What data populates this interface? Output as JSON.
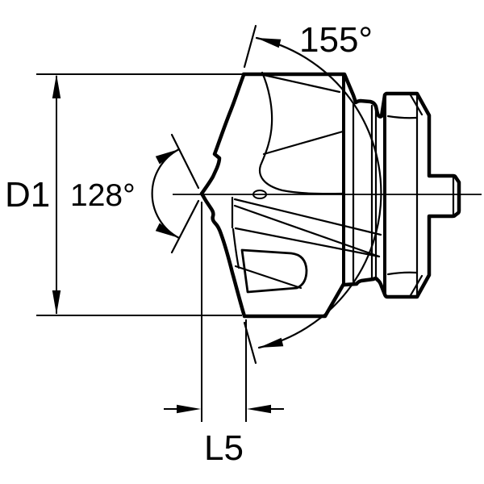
{
  "page": {
    "background_color": "#ffffff",
    "line_color": "#000000",
    "description": "Engineering line drawing of a modular drill point insert with dimension callouts"
  },
  "annotations": {
    "diameter_label": "D1",
    "point_angle_label": "128°",
    "sweep_angle_label": "155°",
    "point_length_label": "L5"
  }
}
